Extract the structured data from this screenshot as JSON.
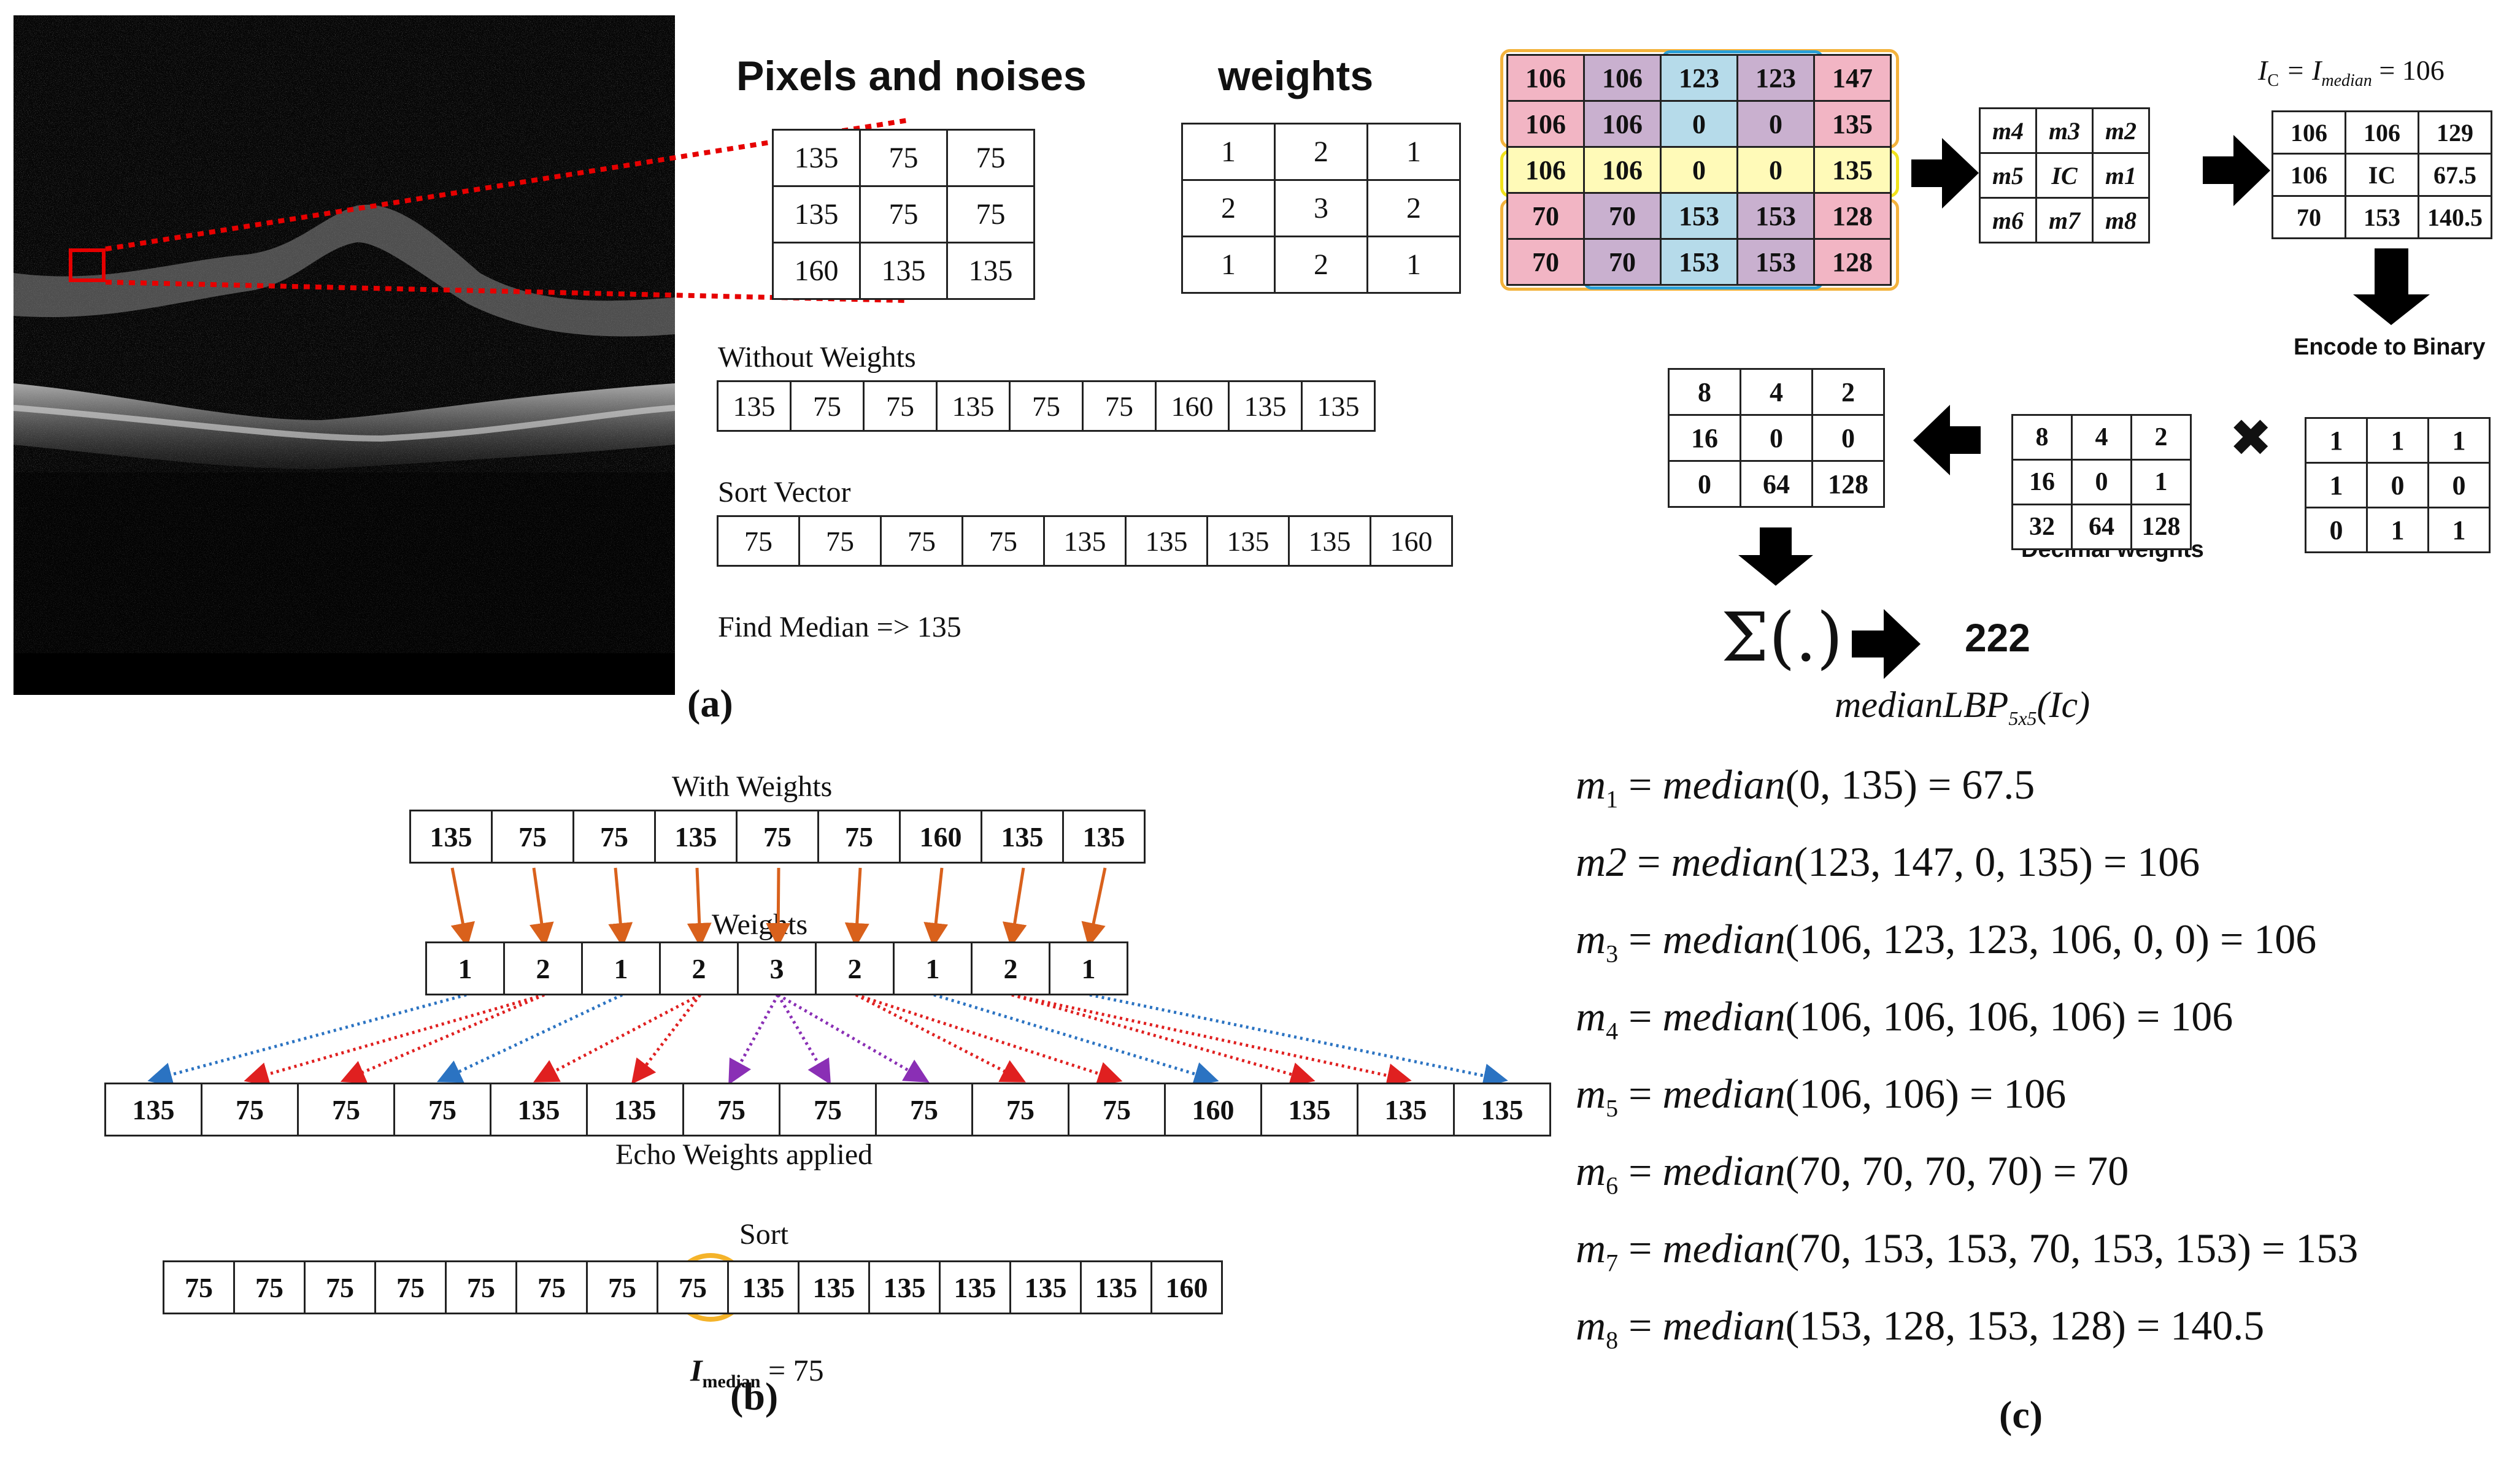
{
  "colors": {
    "pink": "#f2b5c4",
    "purple": "#c9b0cf",
    "blue_cell": "#b6dbea",
    "yellow_cell": "#fffab8",
    "orange_border": "#f3b33d",
    "blue_border": "#2aa0d8",
    "yellow_border": "#f1e21c",
    "arrow_orange": "#d9611c",
    "arrow_red": "#e02020",
    "arrow_blue": "#2b73c2",
    "arrow_purple": "#8a2fb5",
    "zoom_red": "#e60000",
    "circle": "#f4b32a"
  },
  "panel_a": {
    "tag": "(a)",
    "pixels_title": "Pixels and noises",
    "weights_title": "weights",
    "pixels": [
      [
        "135",
        "75",
        "75"
      ],
      [
        "135",
        "75",
        "75"
      ],
      [
        "160",
        "135",
        "135"
      ]
    ],
    "weights": [
      [
        "1",
        "2",
        "1"
      ],
      [
        "2",
        "3",
        "2"
      ],
      [
        "1",
        "2",
        "1"
      ]
    ],
    "without_weights_label": "Without Weights",
    "without_weights": [
      "135",
      "75",
      "75",
      "135",
      "75",
      "75",
      "160",
      "135",
      "135"
    ],
    "sort_vector_label": "Sort Vector",
    "sort_vector": [
      "75",
      "75",
      "75",
      "75",
      "135",
      "135",
      "135",
      "135",
      "160"
    ],
    "median_text": "Find Median => 135"
  },
  "panel_b": {
    "tag": "(b)",
    "with_weights_label": "With Weights",
    "with_weights": [
      "135",
      "75",
      "75",
      "135",
      "75",
      "75",
      "160",
      "135",
      "135"
    ],
    "weights_label": "Weights",
    "weights": [
      "1",
      "2",
      "1",
      "2",
      "3",
      "2",
      "1",
      "2",
      "1"
    ],
    "echo": [
      "135",
      "75",
      "75",
      "75",
      "135",
      "135",
      "75",
      "75",
      "75",
      "75",
      "75",
      "160",
      "135",
      "135",
      "135"
    ],
    "echo_label": "Echo Weights applied",
    "sort_label": "Sort",
    "sorted": [
      "75",
      "75",
      "75",
      "75",
      "75",
      "75",
      "75",
      "75",
      "135",
      "135",
      "135",
      "135",
      "135",
      "135",
      "160"
    ],
    "median_symbol": "I",
    "median_sub": "median",
    "median_value": "= 75"
  },
  "panel_c": {
    "tag": "(c)",
    "grid": [
      [
        "106",
        "106",
        "123",
        "123",
        "147"
      ],
      [
        "106",
        "106",
        "0",
        "0",
        "135"
      ],
      [
        "106",
        "106",
        "0",
        "0",
        "135"
      ],
      [
        "70",
        "70",
        "153",
        "153",
        "128"
      ],
      [
        "70",
        "70",
        "153",
        "153",
        "128"
      ]
    ],
    "m_grid": [
      [
        "m4",
        "m3",
        "m2"
      ],
      [
        "m5",
        "IC",
        "m1"
      ],
      [
        "m6",
        "m7",
        "m8"
      ]
    ],
    "ic_eq_left": "I",
    "ic_eq_sub1": "C",
    "ic_eq_mid": " = I",
    "ic_eq_sub2": "median",
    "ic_eq_right": " = 106",
    "value_grid": [
      [
        "106",
        "106",
        "129"
      ],
      [
        "106",
        "IC",
        "67.5"
      ],
      [
        "70",
        "153",
        "140.5"
      ]
    ],
    "encode_label": "Encode to Binary",
    "binary_grid": [
      [
        "1",
        "1",
        "1"
      ],
      [
        "1",
        "0",
        "0"
      ],
      [
        "0",
        "1",
        "1"
      ]
    ],
    "decimal_grid": [
      [
        "8",
        "4",
        "2"
      ],
      [
        "16",
        "0",
        "1"
      ],
      [
        "32",
        "64",
        "128"
      ]
    ],
    "decimal_label": "Decimal weights",
    "product_grid": [
      [
        "8",
        "4",
        "2"
      ],
      [
        "16",
        "0",
        "0"
      ],
      [
        "0",
        "64",
        "128"
      ]
    ],
    "sigma_text": "Σ(.)",
    "result": "222",
    "lbp_label": "medianLBP",
    "lbp_sub": "5x5",
    "lbp_arg": "(Ic)",
    "equations": [
      {
        "lhs": "m",
        "sub": "1",
        "rhs": " = median(0, 135) = 67.5"
      },
      {
        "lhs": "m2",
        "sub": "",
        "rhs": " = median(123, 147, 0, 135) = 106"
      },
      {
        "lhs": "m",
        "sub": "3",
        "rhs": " = median(106, 123, 123, 106, 0, 0) = 106"
      },
      {
        "lhs": "m",
        "sub": "4",
        "rhs": " = median(106, 106, 106, 106) = 106"
      },
      {
        "lhs": "m",
        "sub": "5",
        "rhs": " = median(106, 106) = 106"
      },
      {
        "lhs": "m",
        "sub": "6",
        "rhs": " = median(70, 70, 70, 70) = 70"
      },
      {
        "lhs": "m",
        "sub": "7",
        "rhs": " = median(70, 153, 153, 70, 153, 153) = 153"
      },
      {
        "lhs": "m",
        "sub": "8",
        "rhs": " = median(153, 128, 153, 128) = 140.5"
      }
    ]
  }
}
